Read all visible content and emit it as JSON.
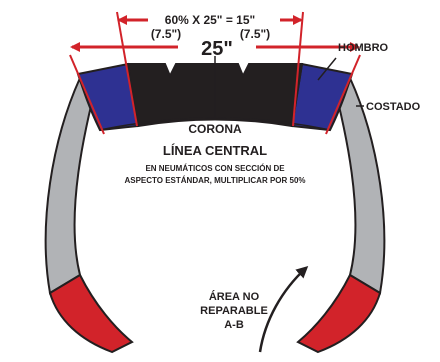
{
  "dimension": {
    "formula": "60% X 25\" = 15\"",
    "left_half": "(7.5\")",
    "right_half": "(7.5\")",
    "total_width": "25\""
  },
  "labels": {
    "shoulder": "HOMBRO",
    "sidewall": "COSTADO",
    "crown": "CORONA",
    "centerline_title": "LÍNEA CENTRAL",
    "note_line1": "EN NEUMÁTICOS CON SECCIÓN DE",
    "note_line2": "ASPECTO ESTÁNDAR, MULTIPLICAR POR 50%",
    "nonrepair_line1": "ÁREA NO",
    "nonrepair_line2": "REPARABLE",
    "nonrepair_line3": "A-B"
  },
  "colors": {
    "tread": "#231f20",
    "shoulder": "#2e3192",
    "sidewall": "#b1b3b6",
    "bead": "#d2232a",
    "dimension": "#d2232a",
    "text": "#231f20"
  }
}
